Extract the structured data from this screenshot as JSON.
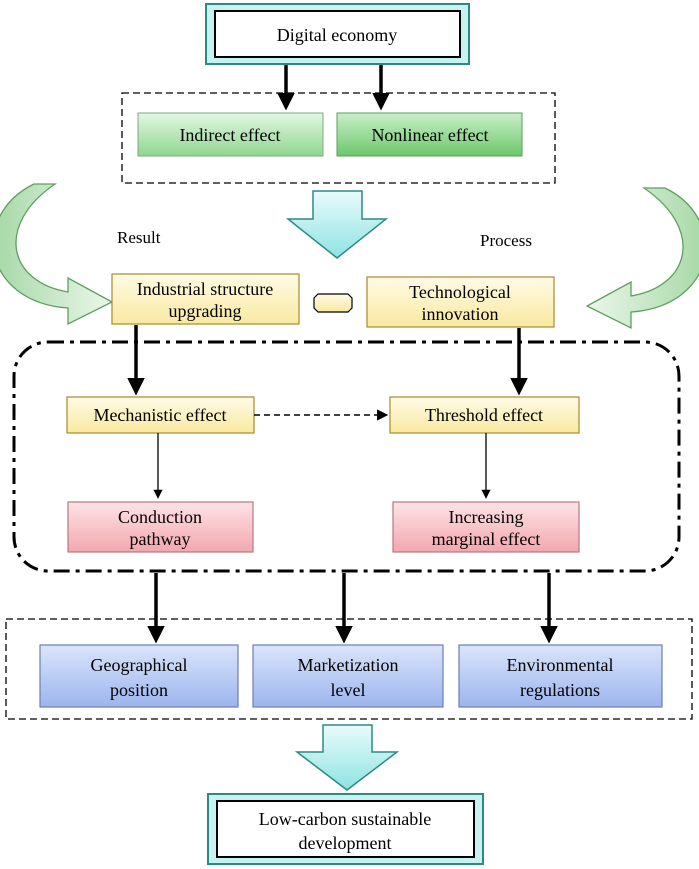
{
  "top": {
    "title": "Digital economy"
  },
  "effects": {
    "indirect": "Indirect effect",
    "nonlinear": "Nonlinear effect"
  },
  "side_labels": {
    "result": "Result",
    "process": "Process"
  },
  "drivers": {
    "industrial_line1": "Industrial structure",
    "industrial_line2": "upgrading",
    "tech_line1": "Technological",
    "tech_line2": "innovation"
  },
  "mechanism": {
    "mechanistic": "Mechanistic effect",
    "threshold": "Threshold effect",
    "conduction_line1": "Conduction",
    "conduction_line2": "pathway",
    "increasing_line1": "Increasing",
    "increasing_line2": "marginal effect"
  },
  "heterogeneity": {
    "geo_line1": "Geographical",
    "geo_line2": "position",
    "market_line1": "Marketization",
    "market_line2": "level",
    "env_line1": "Environmental",
    "env_line2": "regulations"
  },
  "bottom": {
    "line1": "Low-carbon sustainable",
    "line2": "development"
  },
  "colors": {
    "teal_frame": "#2c8a82",
    "teal_fill": "#c6f2f1",
    "yellow_fill": "#fdf2c0",
    "yellow_border": "#a88a2c",
    "pink_fill": "#f7b8be",
    "blue_fill": "#b5c8f4",
    "green_fill": "#9edc9e"
  }
}
